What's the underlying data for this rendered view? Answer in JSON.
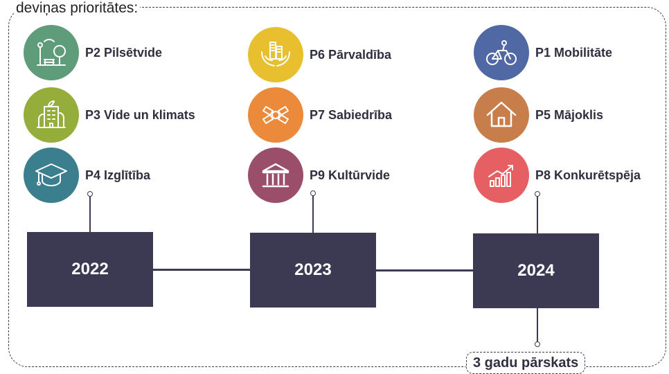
{
  "header_text": "deviņas prioritātes:",
  "columns": [
    {
      "year": "2022",
      "priorities": [
        {
          "label": "P2 Pilsētvide",
          "color": "#5e9c7a",
          "icon": "park-icon"
        },
        {
          "label": "P3 Vide un klimats",
          "color": "#94ad3b",
          "icon": "green-building-icon"
        },
        {
          "label": "P4 Izglītība",
          "color": "#3b7f8f",
          "icon": "graduation-cap-icon"
        }
      ]
    },
    {
      "year": "2023",
      "priorities": [
        {
          "label": "P6 Pārvaldība",
          "color": "#e8bf2f",
          "icon": "city-hands-icon"
        },
        {
          "label": "P7 Sabiedrība",
          "color": "#eb8a3a",
          "icon": "joined-hands-icon"
        },
        {
          "label": "P9 Kultūrvide",
          "color": "#9a4e6a",
          "icon": "museum-icon"
        }
      ]
    },
    {
      "year": "2024",
      "priorities": [
        {
          "label": "P1 Mobilitāte",
          "color": "#5068a3",
          "icon": "bicycle-icon"
        },
        {
          "label": "P5 Mājoklis",
          "color": "#c77e4a",
          "icon": "house-icon"
        },
        {
          "label": "P8 Konkurētspēja",
          "color": "#e65f62",
          "icon": "growth-chart-icon"
        }
      ]
    }
  ],
  "review_label": "3 gadu pārskats"
}
